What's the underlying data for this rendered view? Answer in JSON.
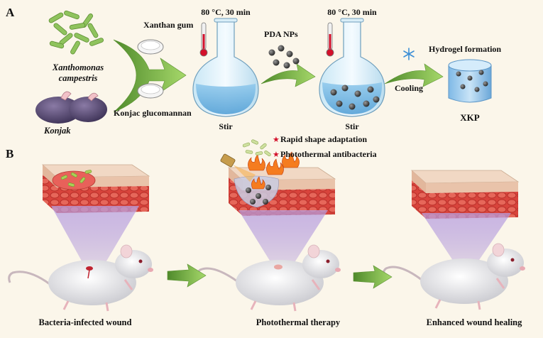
{
  "panel_a": {
    "label": "A",
    "source1": {
      "line1": "Xanthomonas",
      "line2": "campestris"
    },
    "source2": "Konjak",
    "gum1": "Xanthan gum",
    "gum2": "Konjac glucomannan",
    "condition1": "80 °C, 30 min",
    "stir1": "Stir",
    "nanoparticles": "PDA NPs",
    "condition2": "80 °C, 30 min",
    "stir2": "Stir",
    "cooling": "Cooling",
    "hydrogel_formation": "Hydrogel formation",
    "product": "XKP"
  },
  "panel_b": {
    "label": "B",
    "features": [
      "Rapid shape adaptation",
      "Photothermal antibacteria"
    ],
    "stage1": "Bacteria-infected wound",
    "stage2": "Photothermal therapy",
    "stage3": "Enhanced  wound healing"
  },
  "colors": {
    "background": "#fbf6ea",
    "arrow_green": "#8cc63f",
    "skin_red": "#d8443c",
    "star_red": "#d3102a"
  }
}
